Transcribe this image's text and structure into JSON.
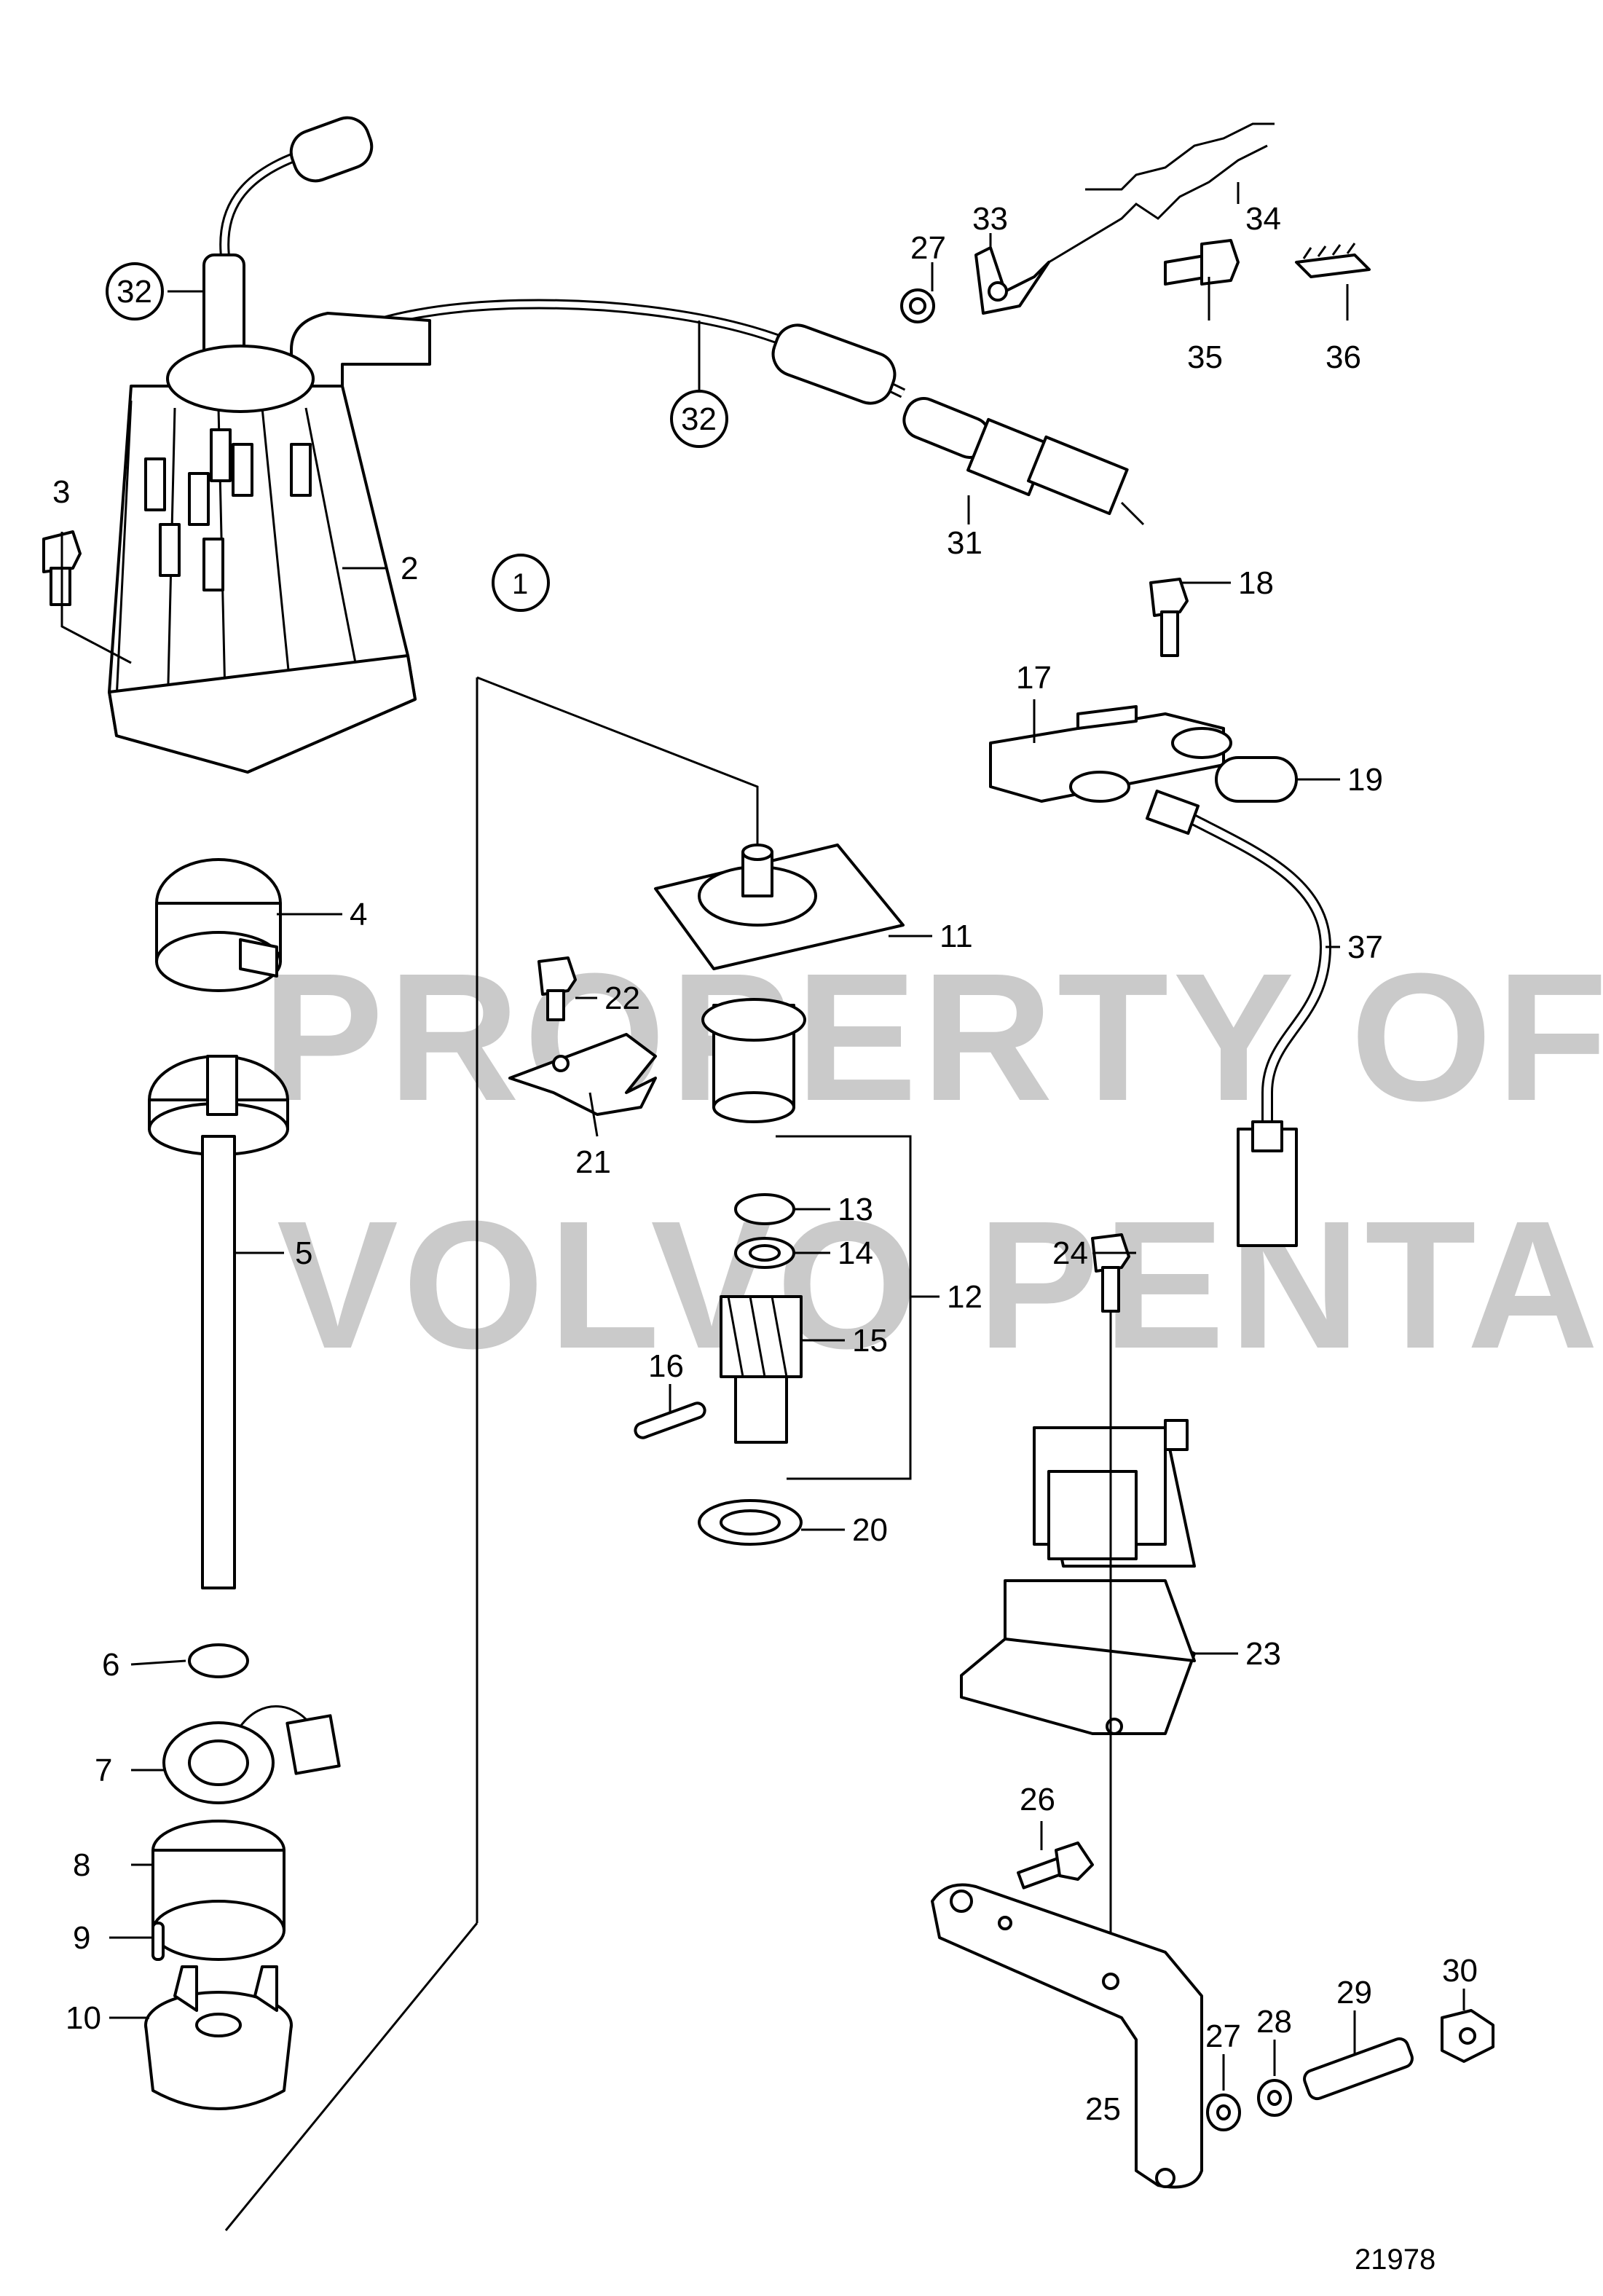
{
  "figure_number": "21978",
  "watermark": {
    "line1": "PROPERTY OF",
    "line2": "VOLVO PENTA"
  },
  "assembly_label": "1",
  "callouts": [
    "2",
    "3",
    "4",
    "5",
    "6",
    "7",
    "8",
    "9",
    "10",
    "11",
    "12",
    "13",
    "14",
    "15",
    "16",
    "17",
    "18",
    "19",
    "20",
    "21",
    "22",
    "23",
    "24",
    "25",
    "26",
    "27",
    "27",
    "28",
    "29",
    "30",
    "31",
    "32",
    "32",
    "33",
    "34",
    "35",
    "36",
    "37"
  ]
}
